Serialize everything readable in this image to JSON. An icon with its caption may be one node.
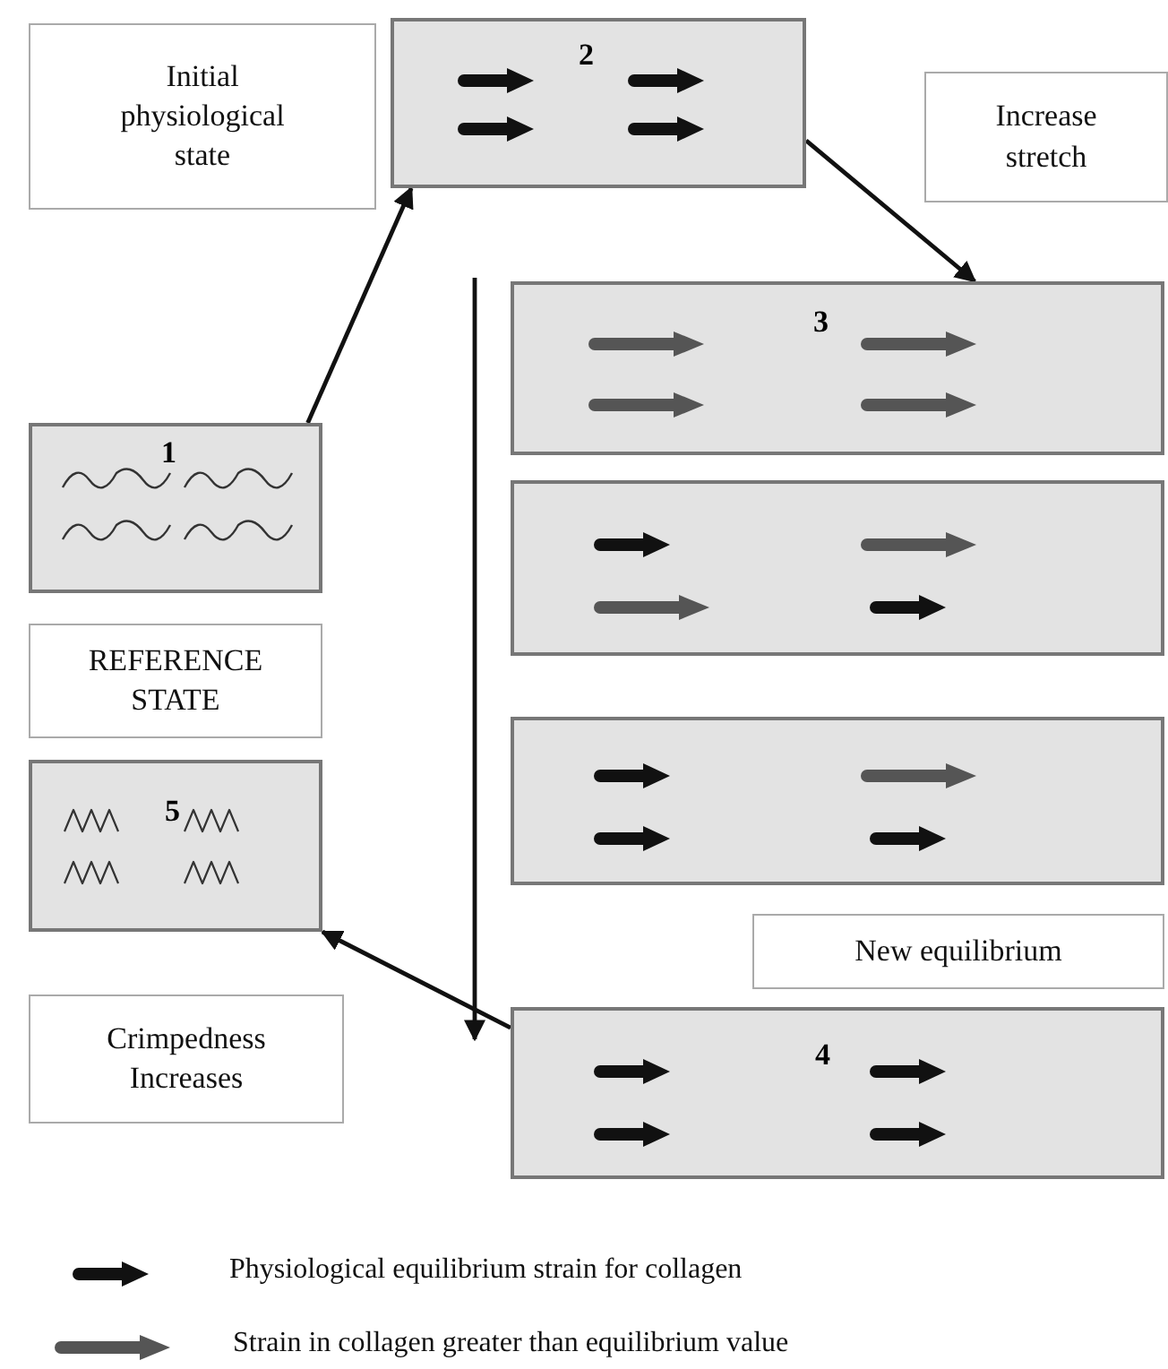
{
  "diagram": {
    "nodes": [
      {
        "text": [
          "Initial physiological state"
        ]
      },
      {
        "text": [
          "2"
        ]
      },
      {
        "text": [
          "Increase stretch"
        ]
      },
      {
        "text": [
          "3"
        ]
      },
      {
        "text": [
          "1"
        ]
      },
      {
        "text": [],
        "shape": "box"
      },
      {
        "text": [
          "REFERENCE STATE"
        ]
      },
      {
        "text": [],
        "shape": "box"
      },
      {
        "text": [
          "5"
        ]
      },
      {
        "text": [
          "New equilibrium"
        ]
      },
      {
        "text": [
          "Crimpedness Increases"
        ]
      },
      {
        "text": [
          "4"
        ]
      }
    ],
    "edges": [
      {
        "from": 4,
        "to": 1,
        "arrow": "to"
      },
      {
        "from": 1,
        "to": 3,
        "arrow": "to"
      },
      {
        "from": null,
        "to": 11,
        "arrow": "to"
      },
      {
        "from": 11,
        "to": 8,
        "arrow": "to"
      }
    ],
    "legend": [
      {
        "text": "Physiological equilibrium strain for collagen"
      },
      {
        "text": "Strain in collagen greater than equilibrium value"
      }
    ]
  }
}
